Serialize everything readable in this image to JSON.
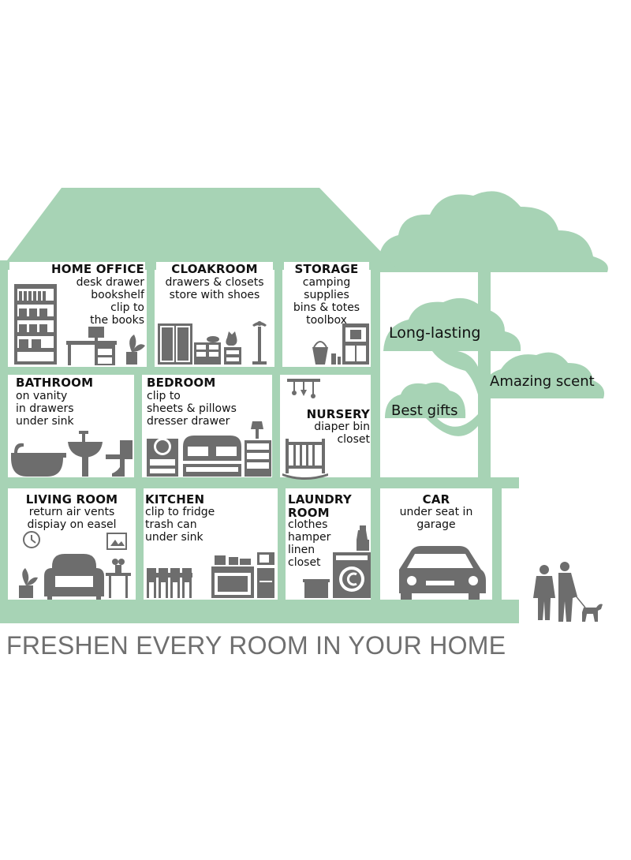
{
  "colors": {
    "house_green": "#a7d3b5",
    "icon_gray": "#6d6d6d",
    "tagline_gray": "#6f6f6f"
  },
  "rooms": {
    "home_office": {
      "title": "HOME OFFICE",
      "items": "desk drawer\nbookshelf\nclip to\nthe books"
    },
    "cloakroom": {
      "title": "CLOAKROOM",
      "items": "drawers & closets\nstore with shoes"
    },
    "storage": {
      "title": "STORAGE",
      "items": "camping\nsupplies\nbins & totes\ntoolbox"
    },
    "bathroom": {
      "title": "BATHROOM",
      "items": "on vanity\nin drawers\nunder sink"
    },
    "bedroom": {
      "title": "BEDROOM",
      "items": "clip to\nsheets & pillows\ndresser drawer"
    },
    "nursery": {
      "title": "NURSERY",
      "items": "diaper bin\ncloset"
    },
    "living_room": {
      "title": "LIVING ROOM",
      "items": "return air vents\ndispiay on easel"
    },
    "kitchen": {
      "title": "KITCHEN",
      "items": "clip to fridge\ntrash can\nunder sink"
    },
    "laundry_room": {
      "title": "LAUNDRY\nROOM",
      "items": "clothes\nhamper\nlinen\ncloset"
    },
    "car": {
      "title": "CAR",
      "items": "under seat in\ngarage"
    }
  },
  "tree_labels": {
    "long_lasting": "Long-lasting",
    "amazing_scent": "Amazing scent",
    "best_gifts": "Best gifts"
  },
  "tagline": "FRESHEN EVERY ROOM IN YOUR HOME",
  "icons": [
    "bookshelf-icon",
    "desk-icon",
    "plant-icon",
    "wardrobe-icon",
    "dresser-icon",
    "cat-icon",
    "coat-rack-icon",
    "bucket-icon",
    "storage-cabinet-icon",
    "bathtub-icon",
    "sink-icon",
    "toilet-icon",
    "mirror-icon",
    "bed-icon",
    "lamp-icon",
    "nightstand-icon",
    "mobile-icon",
    "crib-icon",
    "clock-icon",
    "picture-icon",
    "armchair-icon",
    "side-table-icon",
    "dining-chairs-icon",
    "stove-icon",
    "microwave-icon",
    "fridge-icon",
    "detergent-icon",
    "laundry-basket-icon",
    "washing-machine-icon",
    "car-icon",
    "couple-icon",
    "dog-icon"
  ]
}
